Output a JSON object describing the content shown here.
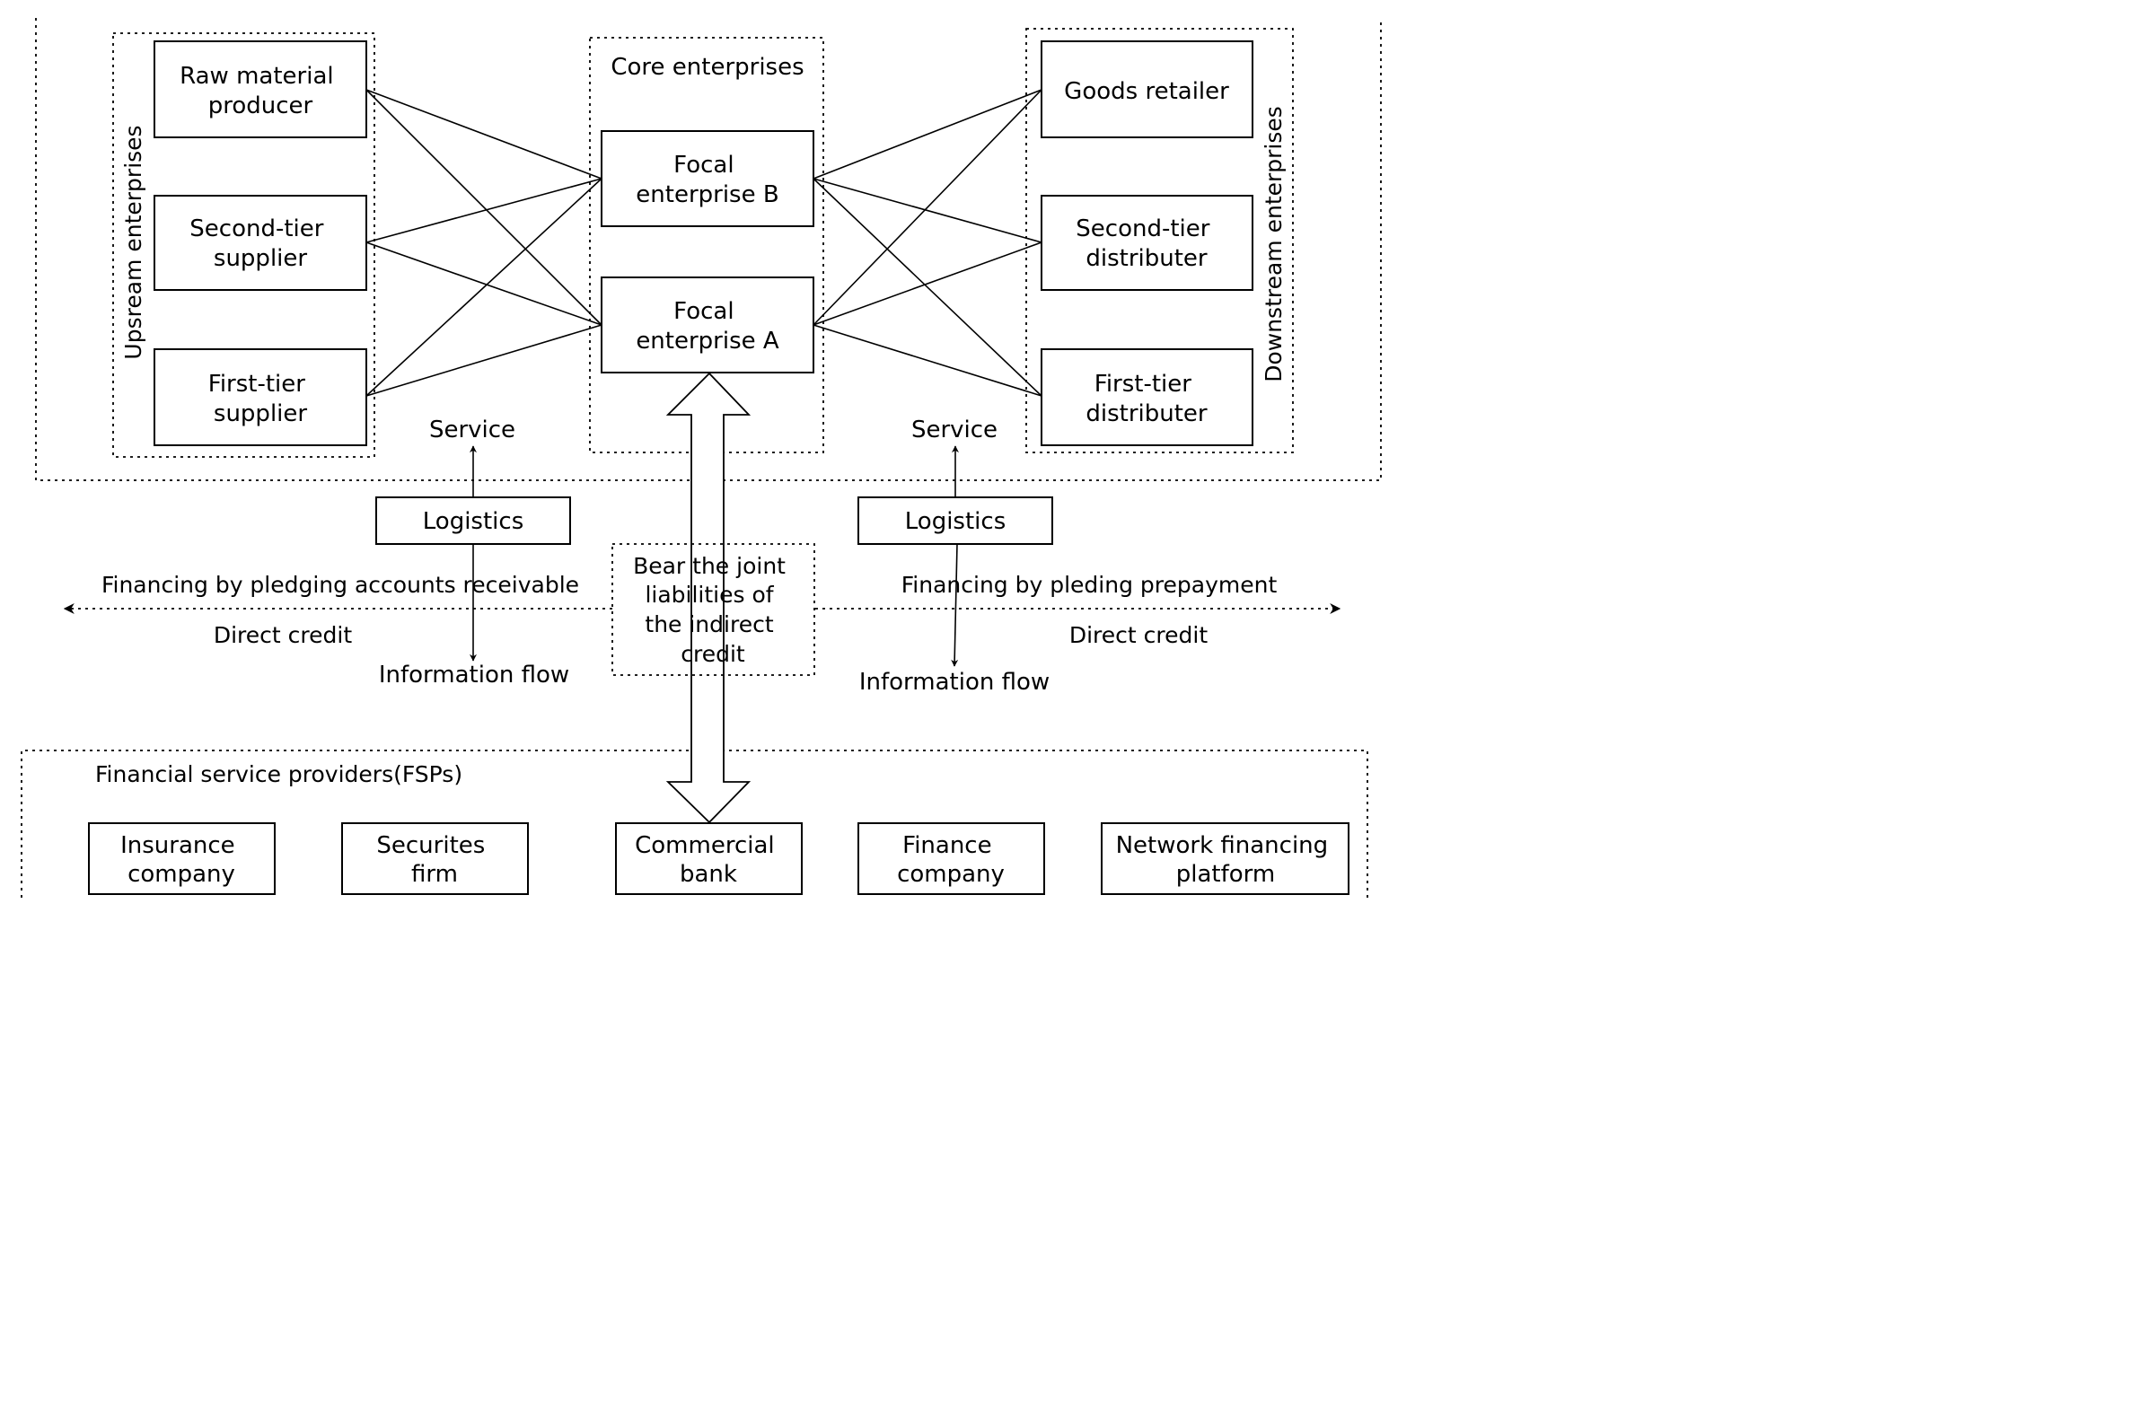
{
  "groups": {
    "upstream_label": "Upsream enterprises",
    "core_label": "Core enterprises",
    "downstream_label": "Downstream enterprises",
    "fsp_label": "Financial service providers(FSPs)"
  },
  "upstream": {
    "raw_material": [
      "Raw material",
      "producer"
    ],
    "second_tier": [
      "Second-tier",
      "supplier"
    ],
    "first_tier": [
      "First-tier",
      "supplier"
    ]
  },
  "core": {
    "focal_b": [
      "Focal",
      "enterprise B"
    ],
    "focal_a": [
      "Focal",
      "enterprise A"
    ]
  },
  "downstream": {
    "retailer": [
      "Goods retailer"
    ],
    "second_tier": [
      "Second-tier",
      "distributer"
    ],
    "first_tier": [
      "First-tier",
      "distributer"
    ]
  },
  "flows": {
    "left_service": "Service",
    "left_logistics": "Logistics",
    "left_information": "Information flow",
    "right_service": "Service",
    "right_logistics": "Logistics",
    "right_information": "Information flow"
  },
  "financing": {
    "left_top": "Financing by pledging accounts receivable",
    "left_bottom": "Direct credit",
    "right_top": "Financing by pleding  prepayment",
    "right_bottom": "Direct credit",
    "joint": [
      "Bear the joint",
      "liabilities of",
      "the indirect",
      "credit"
    ]
  },
  "fsps": {
    "insurance": [
      "Insurance",
      "company"
    ],
    "securities": [
      "Securites",
      "firm"
    ],
    "bank": [
      "Commercial",
      "bank"
    ],
    "finance": [
      "Finance",
      "company"
    ],
    "network": [
      "Network financing",
      "platform"
    ]
  }
}
